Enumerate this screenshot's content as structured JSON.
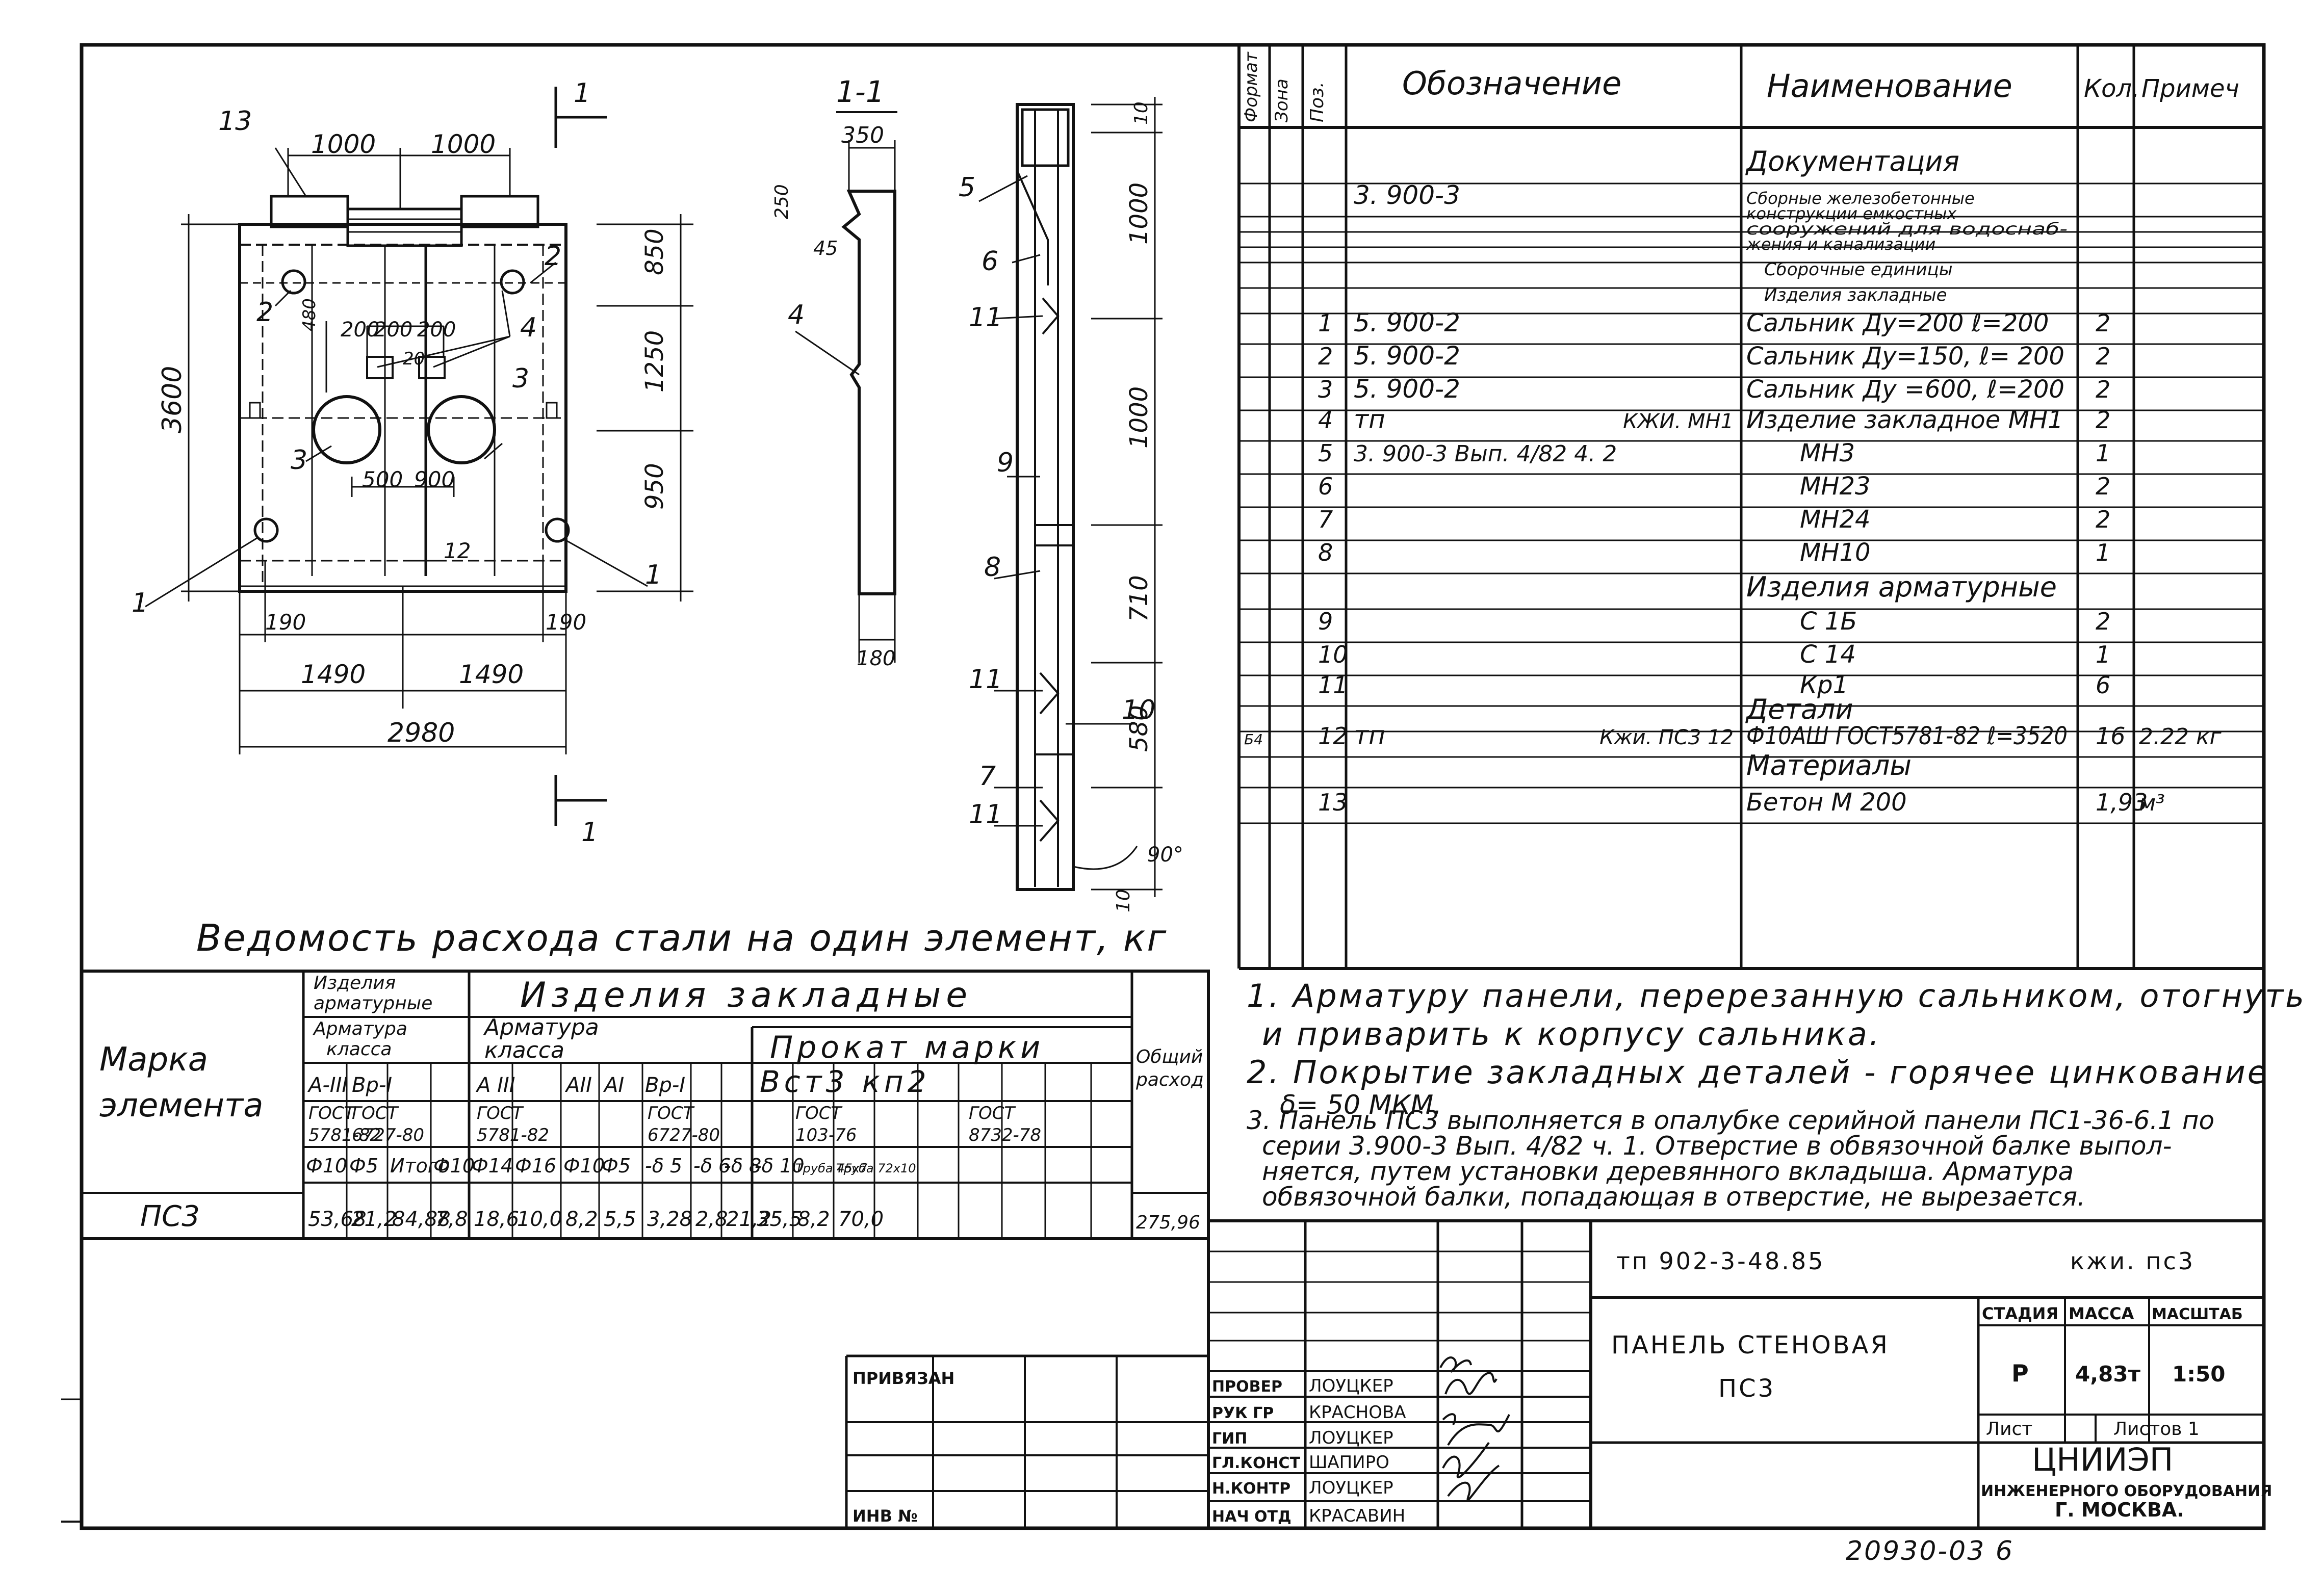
{
  "drawing": {
    "dims": {
      "d1000a": "1000",
      "d1000b": "1000",
      "d850": "850",
      "d1250": "1250",
      "d950": "950",
      "d3600": "3600",
      "d200a": "200",
      "d200b": "200",
      "d200c": "200",
      "d20": "20",
      "d480": "480",
      "d500": "500",
      "d900": "900",
      "d12": "12",
      "d190a": "190",
      "d190b": "190",
      "d1490a": "1490",
      "d1490b": "1490",
      "d2980": "2980"
    },
    "callouts": {
      "c13": "13",
      "c2a": "2",
      "c2b": "2",
      "c4": "4",
      "c3a": "3",
      "c3b": "3",
      "c1a": "1",
      "c1b": "1"
    },
    "section_mark": "1",
    "section": {
      "title": "1-1",
      "d350": "350",
      "d250": "250",
      "d45": "45",
      "c4": "4",
      "d180": "180"
    },
    "reinf": {
      "p5": "5",
      "p6": "6",
      "p11a": "11",
      "p9": "9",
      "p8": "8",
      "p11b": "11",
      "p10": "10",
      "p7": "7",
      "p11c": "11",
      "d10top": "10",
      "d1000a": "1000",
      "d1000b": "1000",
      "d710": "710",
      "d580": "580",
      "d90": "90°",
      "d10bot": "10"
    }
  },
  "spec": {
    "headers": {
      "format": "Формат",
      "zone": "Зона",
      "pos": "Поз.",
      "designation": "Обозначение",
      "name": "Наименование",
      "qty": "Кол.",
      "note": "Примеч"
    },
    "rows": [
      {
        "f": "",
        "z": "",
        "p": "",
        "d": "",
        "d2": "",
        "n": "Документация",
        "q": "",
        "nt": ""
      },
      {
        "f": "",
        "z": "",
        "p": "",
        "d": "3. 900-3",
        "d2": "",
        "n": "Сборные железобетонные",
        "q": "",
        "nt": ""
      },
      {
        "f": "",
        "z": "",
        "p": "",
        "d": "",
        "d2": "",
        "n": "конструкции емкостных",
        "q": "",
        "nt": ""
      },
      {
        "f": "",
        "z": "",
        "p": "",
        "d": "",
        "d2": "",
        "n": "сооружений для водоснаб-",
        "q": "",
        "nt": ""
      },
      {
        "f": "",
        "z": "",
        "p": "",
        "d": "",
        "d2": "",
        "n": "жения и канализации",
        "q": "",
        "nt": ""
      },
      {
        "f": "",
        "z": "",
        "p": "",
        "d": "",
        "d2": "",
        "n": "Сборочные единицы",
        "q": "",
        "nt": ""
      },
      {
        "f": "",
        "z": "",
        "p": "",
        "d": "",
        "d2": "",
        "n": "Изделия закладные",
        "q": "",
        "nt": ""
      },
      {
        "f": "",
        "z": "",
        "p": "1",
        "d": "5. 900-2",
        "d2": "",
        "n": "Сальник Ду=200 ℓ=200",
        "q": "2",
        "nt": ""
      },
      {
        "f": "",
        "z": "",
        "p": "2",
        "d": "5. 900-2",
        "d2": "",
        "n": "Сальник Ду=150, ℓ= 200",
        "q": "2",
        "nt": ""
      },
      {
        "f": "",
        "z": "",
        "p": "3",
        "d": "5. 900-2",
        "d2": "",
        "n": "Сальник Ду =600, ℓ=200",
        "q": "2",
        "nt": ""
      },
      {
        "f": "",
        "z": "",
        "p": "4",
        "d": "тп",
        "d2": "КЖИ. МН1",
        "n": "Изделие закладное МН1",
        "q": "2",
        "nt": ""
      },
      {
        "f": "",
        "z": "",
        "p": "5",
        "d": "3. 900-3 Вып. 4/82  4. 2",
        "d2": "",
        "n": "МН3",
        "q": "1",
        "nt": ""
      },
      {
        "f": "",
        "z": "",
        "p": "6",
        "d": "",
        "d2": "",
        "n": "МН23",
        "q": "2",
        "nt": ""
      },
      {
        "f": "",
        "z": "",
        "p": "7",
        "d": "",
        "d2": "",
        "n": "МН24",
        "q": "2",
        "nt": ""
      },
      {
        "f": "",
        "z": "",
        "p": "8",
        "d": "",
        "d2": "",
        "n": "МН10",
        "q": "1",
        "nt": ""
      },
      {
        "f": "",
        "z": "",
        "p": "",
        "d": "",
        "d2": "",
        "n": "Изделия арматурные",
        "q": "",
        "nt": ""
      },
      {
        "f": "",
        "z": "",
        "p": "9",
        "d": "",
        "d2": "",
        "n": "С 1Б",
        "q": "2",
        "nt": ""
      },
      {
        "f": "",
        "z": "",
        "p": "10",
        "d": "",
        "d2": "",
        "n": "С 14",
        "q": "1",
        "nt": ""
      },
      {
        "f": "",
        "z": "",
        "p": "11",
        "d": "",
        "d2": "",
        "n": "Кр1",
        "q": "6",
        "nt": ""
      },
      {
        "f": "",
        "z": "",
        "p": "",
        "d": "",
        "d2": "",
        "n": "Детали",
        "q": "",
        "nt": ""
      },
      {
        "f": "Б4",
        "z": "",
        "p": "12",
        "d": "тп",
        "d2": "Кжи. ПС3 12",
        "n": "Ф10АШ ГОСТ5781-82 ℓ=3520",
        "q": "16",
        "nt": "2.22 кг"
      },
      {
        "f": "",
        "z": "",
        "p": "",
        "d": "",
        "d2": "",
        "n": "Материалы",
        "q": "",
        "nt": ""
      },
      {
        "f": "",
        "z": "",
        "p": "13",
        "d": "",
        "d2": "",
        "n": "Бетон  М 200",
        "q": "1,93",
        "nt": "м³"
      }
    ]
  },
  "notes": [
    "1. Арматуру панели, перерезанную сальником, отогнуть",
    "и приварить к корпусу сальника.",
    "2. Покрытие закладных деталей - горячее цинкование",
    "δ= 50 МКМ.",
    "3. Панель ПС3 выполняется в опалубке серийной панели ПС1-36-6.1 по",
    "серии 3.900-3 Вып. 4/82 ч. 1. Отверстие в обвязочной балке выпол-",
    "няется, путем установки деревянного вкладыша. Арматура",
    "обвязочной балки, попадающая в отверстие, не вырезается."
  ],
  "steel": {
    "title": "Ведомость расхода стали на один элемент, кг",
    "mark_header": "Марка элемента",
    "mark_header_1": "Марка",
    "mark_header_2": "элемента",
    "total_header": "Общий расход",
    "total_header_1": "Общий",
    "total_header_2": "расход",
    "group_reinf": "Изделия арматурные",
    "group_reinf_1": "Изделия",
    "group_reinf_2": "арматурные",
    "group_embed": "Изделия закладные",
    "sub_armclass_a": "Арматура класса",
    "sub_armclass_a1": "Арматура",
    "sub_armclass_a2": "класса",
    "sub_armclass_b": "Арматура класса",
    "sub_armclass_b1": "Арматура",
    "sub_armclass_b2": "класса",
    "sub_rolled": "Прокат марки",
    "class_row": [
      "A-III",
      "Bp-I",
      "A III",
      "AII",
      "AI",
      "Bp-I",
      "Вст3  кп2"
    ],
    "gost_row": {
      "g1a": "ГОСТ",
      "g1b": "5781-82",
      "g2a": "ГОСТ",
      "g2b": "6727-80",
      "g3a": "ГОСТ",
      "g3b": "5781-82",
      "g4a": "ГОСТ",
      "g4b": "6727-80",
      "g5a": "ГОСТ",
      "g5b": "103-76",
      "g6a": "ГОСТ",
      "g6b": "8732-78"
    },
    "dia_row": [
      "Ф10",
      "Ф5",
      "Итого",
      "Ф10",
      "Ф14",
      "Ф16",
      "Ф10",
      "Ф5",
      "-δ 5",
      "-δ 6",
      "-δ 8",
      "-δ 10",
      "Труба 45х7",
      "Труба 72х10"
    ],
    "data_mark": "ПС3",
    "data_row": [
      "53,68",
      "21,2",
      "84,88",
      "7,8",
      "18,6",
      "10,0",
      "8,2",
      "5,5",
      "3,28",
      "2,8",
      "21,2",
      "35,5",
      "8,2",
      "70,0"
    ],
    "total_value": "275,96"
  },
  "title_block": {
    "doc_code": "тп 902-3-48.85",
    "doc_suffix": "кжи.  пс3",
    "name1": "ПАНЕЛЬ СТЕНОВАЯ",
    "name2": "ПС3",
    "h_stage": "СТАДИЯ",
    "h_mass": "МАССА",
    "h_scale": "МАСШТАБ",
    "stage": "Р",
    "mass": "4,83т",
    "scale": "1:50",
    "sheet": "Лист",
    "sheets": "Листов 1",
    "org1": "ЦНИИЭП",
    "org2": "ИНЖЕНЕРНОГО ОБОРУДОВАНИЯ",
    "org3": "Г. МОСКВА.",
    "privyazan": "ПРИВЯЗАН",
    "inv": "ИНВ №",
    "roles": [
      {
        "role": "ПРОВЕР",
        "name": "ЛОУЦКЕР"
      },
      {
        "role": "РУК ГР",
        "name": "КРАСНОВА"
      },
      {
        "role": "ГИП",
        "name": "ЛОУЦКЕР"
      },
      {
        "role": "ГЛ.КОНСТ",
        "name": "ШАПИРО"
      },
      {
        "role": "Н.КОНТР",
        "name": "ЛОУЦКЕР"
      },
      {
        "role": "НАЧ ОТД",
        "name": "КРАСАВИН"
      }
    ],
    "archive_no": "20930-03  6"
  }
}
